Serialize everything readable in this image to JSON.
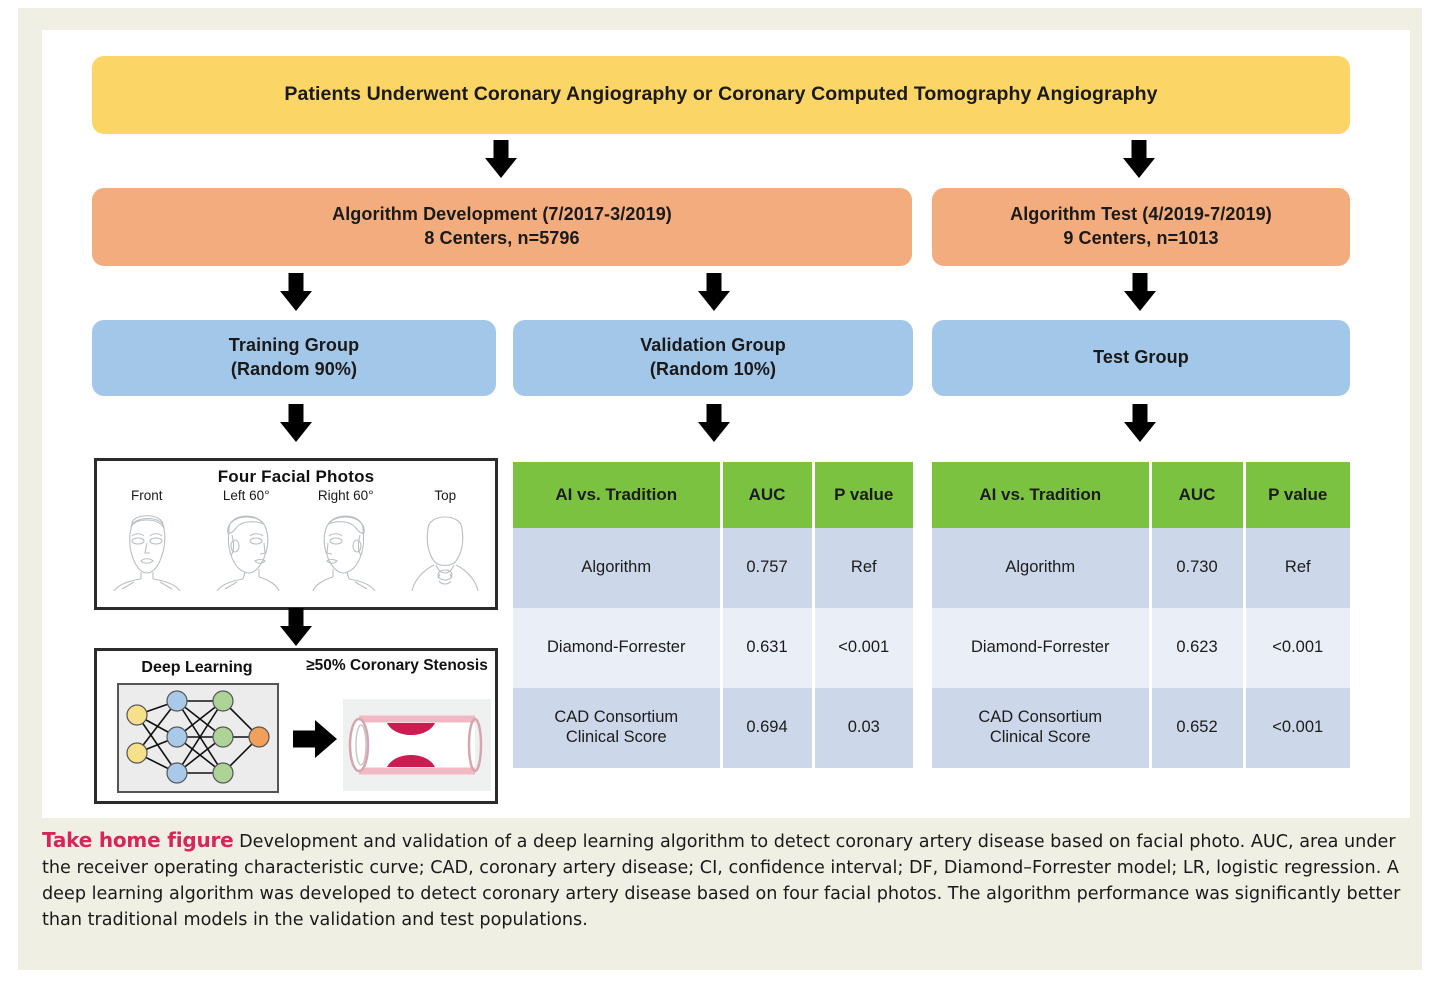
{
  "figure": {
    "type": "flowchart",
    "top_box": {
      "label": "Patients Underwent Coronary Angiography or Coronary Computed Tomography Angiography",
      "color": "#fbd666"
    },
    "cohort_boxes": [
      {
        "line1": "Algorithm Development (7/2017-3/2019)",
        "line2": "8 Centers, n=5796",
        "color": "#f3ac7d"
      },
      {
        "line1": "Algorithm Test (4/2019-7/2019)",
        "line2": "9 Centers, n=1013",
        "color": "#f3ac7d"
      }
    ],
    "group_boxes": [
      {
        "line1": "Training Group",
        "line2": "(Random 90%)",
        "color": "#a3c7e8"
      },
      {
        "line1": "Validation Group",
        "line2": "(Random 10%)",
        "color": "#a3c7e8"
      },
      {
        "line1": "Test Group",
        "line2": "",
        "color": "#a3c7e8"
      }
    ],
    "photo_panel": {
      "title": "Four Facial Photos",
      "views": [
        "Front",
        "Left 60°",
        "Right 60°",
        "Top"
      ]
    },
    "deep_learning_panel": {
      "left_title": "Deep Learning",
      "right_title_line1": "≥50% Coronary",
      "right_title_line2": "Stenosis",
      "network_layers": [
        2,
        3,
        3,
        1
      ],
      "node_colors": [
        "#f7e08a",
        "#a8c9e8",
        "#aed396",
        "#f0a05a"
      ]
    }
  },
  "chart_data": {
    "type": "table",
    "title": "AI vs. Tradition performance",
    "tables": [
      {
        "name": "validation-results-table",
        "columns": [
          "AI vs. Tradition",
          "AUC",
          "P value"
        ],
        "rows": [
          [
            "Algorithm",
            "0.757",
            "Ref"
          ],
          [
            "Diamond-Forrester",
            "0.631",
            "<0.001"
          ],
          [
            "CAD Consortium\nClinical Score",
            "0.694",
            "0.03"
          ]
        ]
      },
      {
        "name": "test-results-table",
        "columns": [
          "AI vs. Tradition",
          "AUC",
          "P value"
        ],
        "rows": [
          [
            "Algorithm",
            "0.730",
            "Ref"
          ],
          [
            "Diamond-Forrester",
            "0.623",
            "<0.001"
          ],
          [
            "CAD Consortium\nClinical Score",
            "0.652",
            "<0.001"
          ]
        ]
      }
    ],
    "header_color": "#7cc241",
    "row_colors": [
      "#ccd8ea",
      "#eaeef6"
    ]
  },
  "caption": {
    "lead": "Take home figure",
    "body": " Development and validation of a deep learning algorithm to detect coronary artery disease based on facial photo. AUC, area under the receiver operating characteristic curve; CAD, coronary artery disease; CI, confidence interval; DF, Diamond–Forrester model; LR, logistic regression. A deep learning algorithm was developed to detect coronary artery disease based on four facial photos. The algorithm performance was significantly better than traditional models in the validation and test populations.",
    "lead_color": "#d6265a"
  },
  "colors": {
    "frame": "#f0efe3",
    "panel": "#ffffff"
  }
}
